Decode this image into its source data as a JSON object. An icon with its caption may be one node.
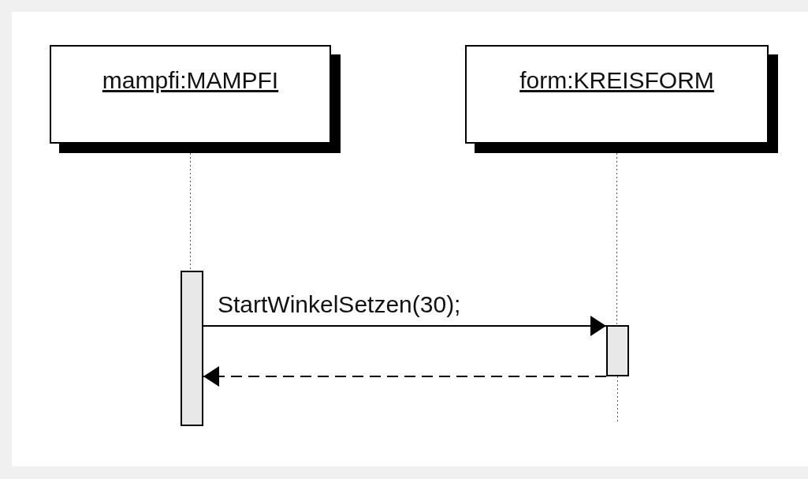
{
  "diagram": {
    "nodes": [
      {
        "text": [
          "mampfi:MAMPFI"
        ]
      },
      {
        "text": [
          "form:KREISFORM"
        ]
      },
      {
        "text": [],
        "shape": "bar"
      },
      {
        "text": [],
        "shape": "bar"
      }
    ],
    "edges": [
      {
        "from": 0,
        "to": 2,
        "arrow": "none",
        "style": "dashed"
      },
      {
        "from": 1,
        "to": 3,
        "arrow": "none",
        "style": "dashed"
      },
      {
        "from": 2,
        "to": 3,
        "arrow": "to",
        "label": "StartWinkelSetzen(30);"
      },
      {
        "from": 3,
        "to": 2,
        "arrow": "to",
        "style": "dashed"
      }
    ]
  }
}
